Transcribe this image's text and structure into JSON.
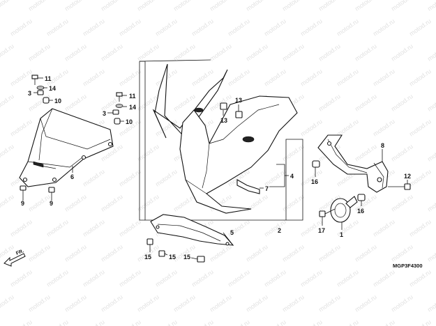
{
  "watermark": "motod.ru",
  "diagram_code": "MGP3F4300",
  "front_arrow_label": "FR.",
  "callouts": {
    "c1": "1",
    "c2": "2",
    "c3a": "3",
    "c3b": "3",
    "c4": "4",
    "c5": "5",
    "c6": "6",
    "c7": "7",
    "c8": "8",
    "c9a": "9",
    "c9b": "9",
    "c10a": "10",
    "c10b": "10",
    "c11a": "11",
    "c11b": "11",
    "c12": "12",
    "c13a": "13",
    "c13b": "13",
    "c14a": "14",
    "c14b": "14",
    "c15a": "15",
    "c15b": "15",
    "c15c": "15",
    "c16a": "16",
    "c16b": "16",
    "c17": "17"
  },
  "parts": [
    {
      "id": "windscreen",
      "ref": "6"
    },
    {
      "id": "upper-cowl",
      "ref": "2"
    },
    {
      "id": "inner-cowl",
      "ref": "5"
    },
    {
      "id": "cowl-stay",
      "ref": "8"
    },
    {
      "id": "horn",
      "ref": "1"
    },
    {
      "id": "cowl-grille",
      "ref": "7"
    }
  ]
}
